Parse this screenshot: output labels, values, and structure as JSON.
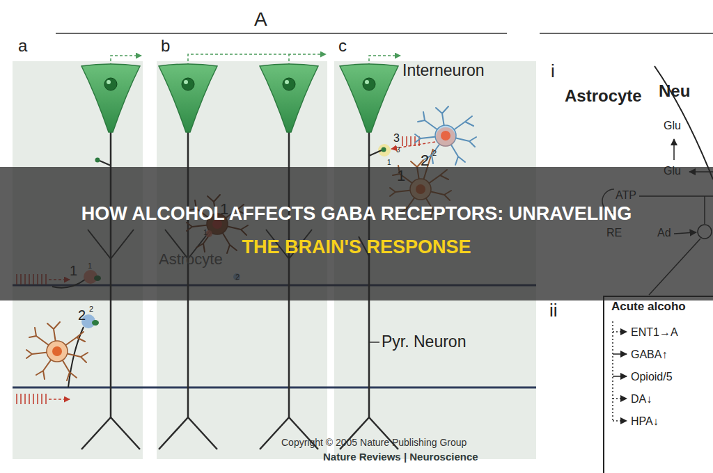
{
  "diagram": {
    "title": "HOW ALCOHOL AFFECTS GABA RECEPTORS: UNRAVELING THE BRAIN'S RESPONSE",
    "nodes": [
      {
        "text": [
          "a"
        ]
      },
      {
        "text": [
          "b"
        ]
      },
      {
        "text": [
          "c"
        ]
      },
      {
        "text": [
          "Acute alcoho",
          "ENT1→A",
          "GABA↑",
          "Opioid/5",
          "DA↓",
          "HPA↓"
        ]
      }
    ],
    "labels": [
      "A",
      "Interneuron",
      "i",
      "Astrocyte",
      "Neu",
      "Glu",
      "Glu",
      "ATP",
      "RE",
      "Ad",
      "1",
      "1",
      "2",
      "2",
      "1",
      "1",
      "2",
      "Astrocyte",
      "3",
      "3",
      "1",
      "1",
      "2",
      "2",
      "Pyr. Neuron",
      "ii",
      "Copyright © 2005 Nature Publishing Group",
      "Nature Reviews | Neuroscience"
    ]
  }
}
